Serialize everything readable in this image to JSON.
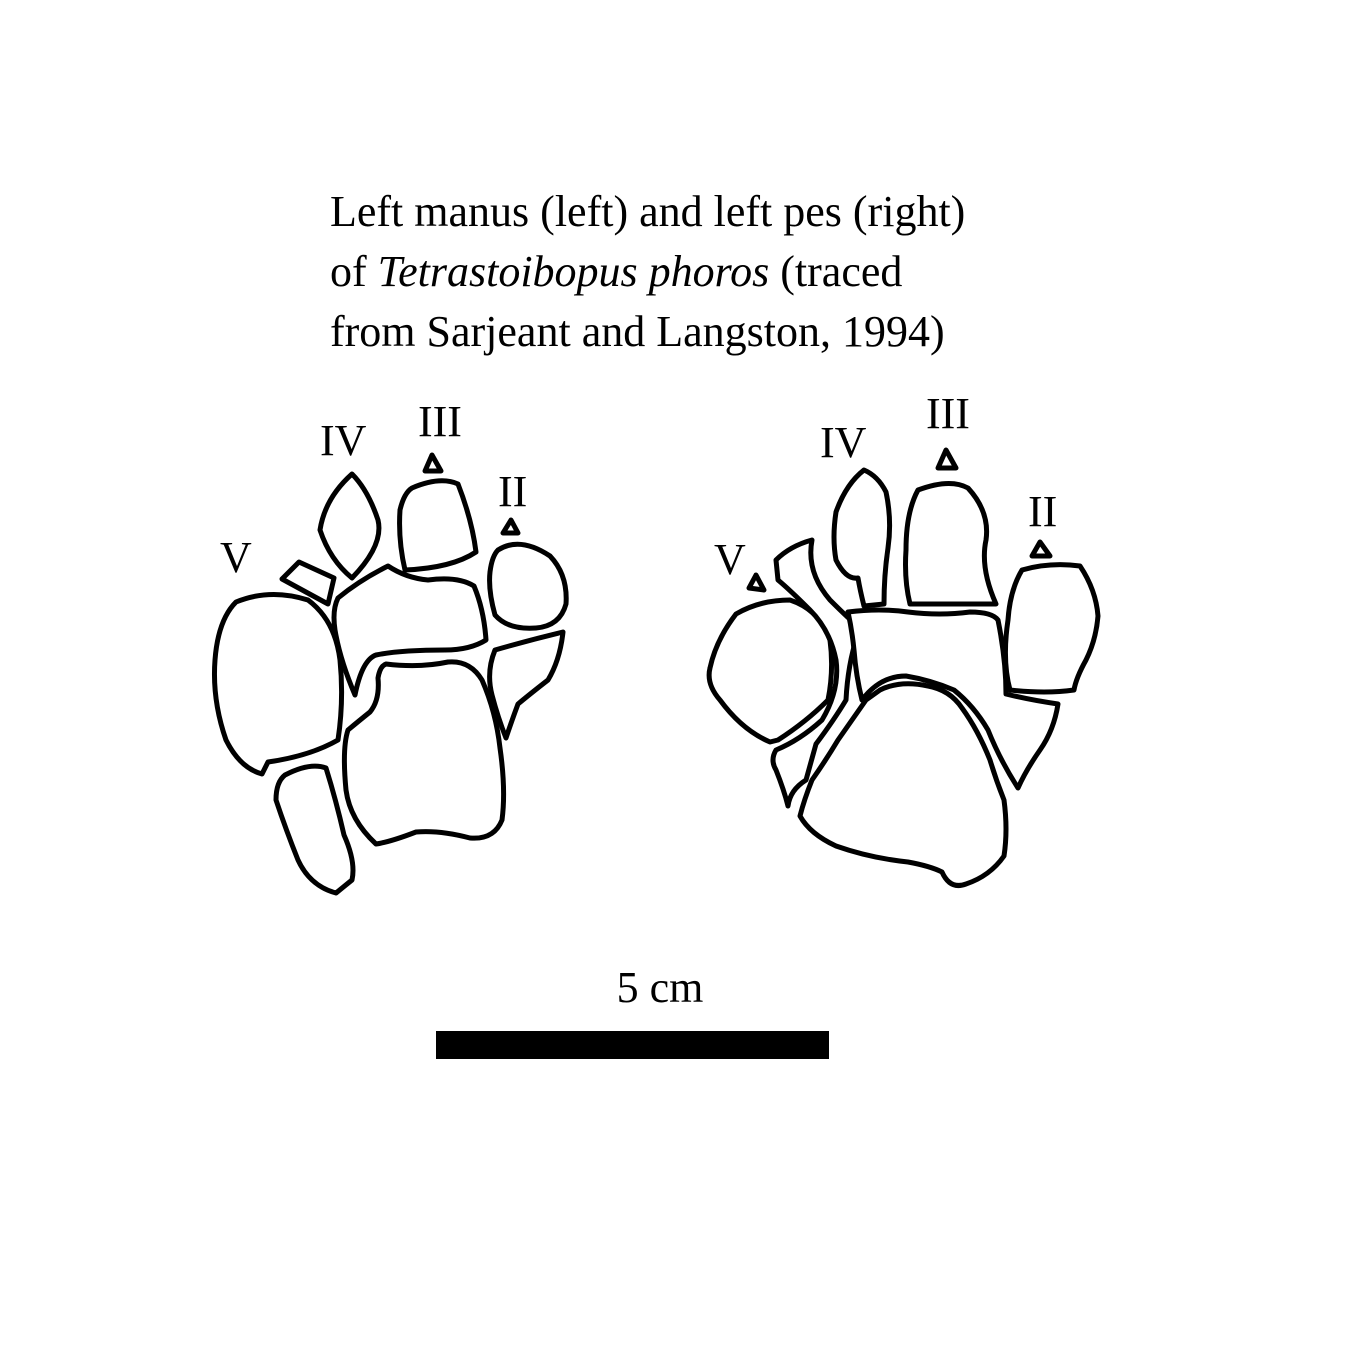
{
  "caption": {
    "line1": "Left manus (left) and left pes (right)",
    "line2_prefix": "of ",
    "line2_italic": "Tetrastoibopus phoros",
    "line2_suffix": " (traced",
    "line3": "from Sarjeant and Langston, 1994)"
  },
  "manus": {
    "digit_labels": {
      "v": "V",
      "iv": "IV",
      "iii": "III",
      "ii": "II"
    }
  },
  "pes": {
    "digit_labels": {
      "v": "V",
      "iv": "IV",
      "iii": "III",
      "ii": "II"
    }
  },
  "scale": {
    "label": "5 cm"
  }
}
